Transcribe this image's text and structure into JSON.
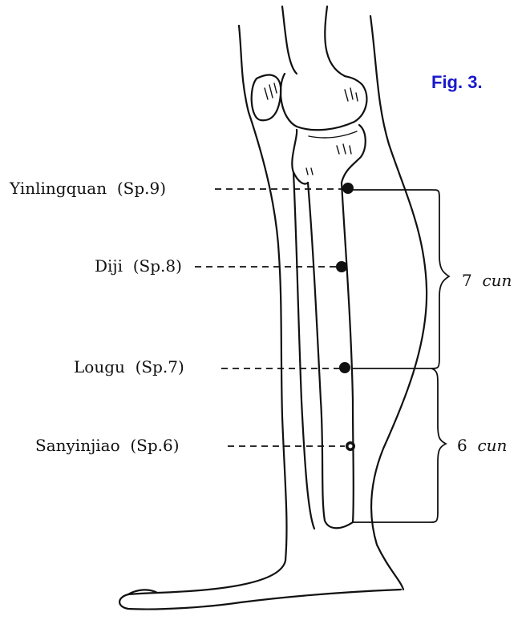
{
  "figure": {
    "caption": "Fig. 3.",
    "caption_color": "#1a1acc"
  },
  "points": [
    {
      "name": "Yinlingquan",
      "code": "(Sp.9)"
    },
    {
      "name": "Diji",
      "code": "(Sp.8)"
    },
    {
      "name": "Lougu",
      "code": "(Sp.7)"
    },
    {
      "name": "Sanyinjiao",
      "code": "(Sp.6)"
    }
  ],
  "measurements": [
    {
      "value": "7",
      "unit": "cun"
    },
    {
      "value": "6",
      "unit": "cun"
    }
  ]
}
